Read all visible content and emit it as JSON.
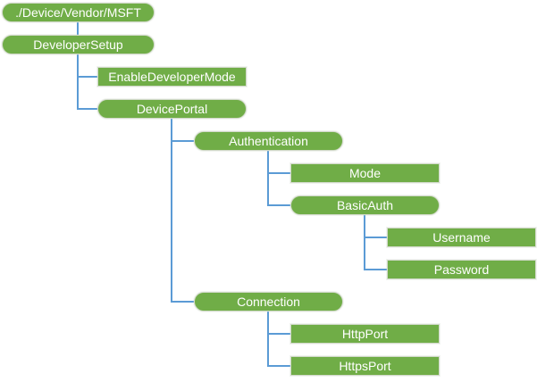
{
  "diagram": {
    "type": "tree",
    "colors": {
      "node_fill": "#70AD47",
      "node_text": "#FFFFFF",
      "connector": "#5B9BD5",
      "background": "#FFFFFF"
    },
    "nodes": [
      {
        "label": "./Device/Vendor/MSFT",
        "shape": "pill",
        "parent": null
      },
      {
        "label": "DeveloperSetup",
        "shape": "pill",
        "parent": "./Device/Vendor/MSFT"
      },
      {
        "label": "EnableDeveloperMode",
        "shape": "rect",
        "parent": "DeveloperSetup"
      },
      {
        "label": "DevicePortal",
        "shape": "pill",
        "parent": "DeveloperSetup"
      },
      {
        "label": "Authentication",
        "shape": "pill",
        "parent": "DevicePortal"
      },
      {
        "label": "Mode",
        "shape": "rect",
        "parent": "Authentication"
      },
      {
        "label": "BasicAuth",
        "shape": "pill",
        "parent": "Authentication"
      },
      {
        "label": "Username",
        "shape": "rect",
        "parent": "BasicAuth"
      },
      {
        "label": "Password",
        "shape": "rect",
        "parent": "BasicAuth"
      },
      {
        "label": "Connection",
        "shape": "pill",
        "parent": "DevicePortal"
      },
      {
        "label": "HttpPort",
        "shape": "rect",
        "parent": "Connection"
      },
      {
        "label": "HttpsPort",
        "shape": "rect",
        "parent": "Connection"
      }
    ]
  }
}
